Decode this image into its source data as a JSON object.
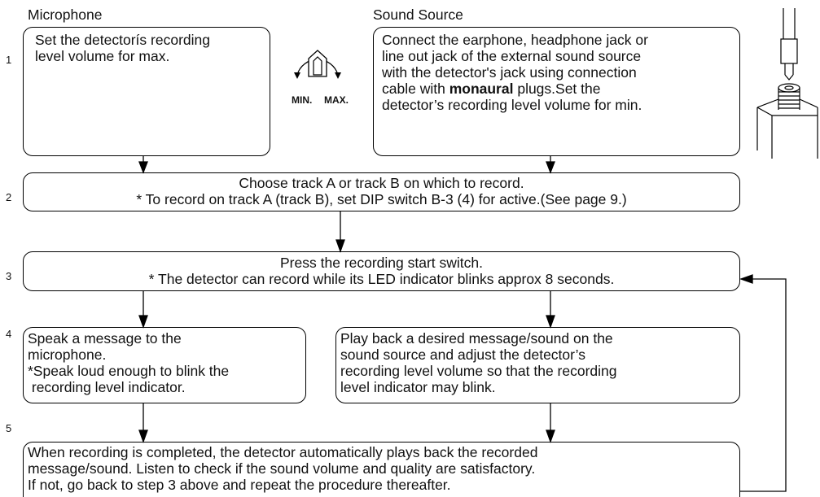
{
  "headers": {
    "microphone": "Microphone",
    "sound_source": "Sound Source"
  },
  "steps": [
    "1",
    "2",
    "3",
    "4",
    "5"
  ],
  "knob": {
    "min_label": "MIN.",
    "max_label": "MAX."
  },
  "step1": {
    "mic_lines": [
      "Set the detectorís recording",
      "level volume for max."
    ],
    "source_lines": [
      "Connect the earphone, headphone jack or",
      "line out jack of the external sound source",
      "with the detector's jack using connection"
    ],
    "source_line4_prefix": "cable with ",
    "source_line4_bold": "monaural",
    "source_line4_suffix": " plugs.Set the",
    "source_line5": "detector’s recording level volume for min."
  },
  "step2": {
    "line1": "Choose track A or track B on which to record.",
    "line2": "* To record on track A (track B), set DIP switch B-3 (4) for active.(See page 9.)"
  },
  "step3": {
    "line1": "Press the recording start switch.",
    "line2": "* The detector can record while its LED indicator blinks approx 8 seconds."
  },
  "step4": {
    "mic_lines": [
      "Speak a message to the",
      "microphone.",
      "*Speak loud enough to blink the",
      " recording level indicator."
    ],
    "source_lines": [
      "Play back a desired message/sound on the",
      "sound source and adjust the detector’s",
      "recording level volume so that the recording",
      "level indicator may blink."
    ]
  },
  "step5": {
    "lines": [
      "When recording is completed, the detector automatically plays back the recorded",
      "message/sound. Listen to check if the sound volume and quality are satisfactory.",
      "If not, go back to step 3 above and repeat the procedure thereafter."
    ]
  }
}
